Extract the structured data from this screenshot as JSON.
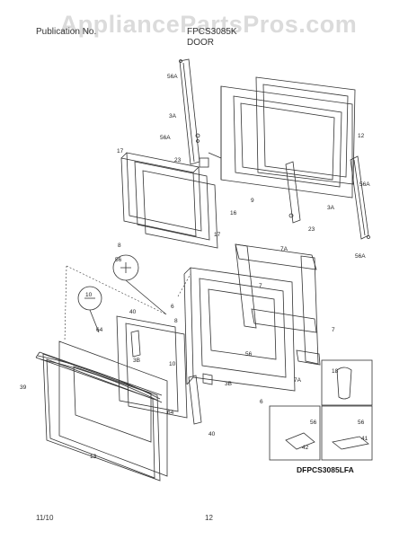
{
  "header": {
    "left_text": "Publication No.",
    "model_text": "FPCS3085K",
    "section": "DOOR",
    "watermark": "AppliancePartsPros.com"
  },
  "callouts": [
    "56A",
    "3A",
    "56A",
    "23",
    "17",
    "16",
    "17",
    "8",
    "9",
    "12",
    "56A",
    "3A",
    "23",
    "56A",
    "7A",
    "7",
    "7",
    "56",
    "10",
    "64",
    "40",
    "6",
    "8",
    "3B",
    "39",
    "10",
    "3B",
    "64",
    "40",
    "13",
    "56",
    "7A",
    "6",
    "18",
    "56",
    "42",
    "56",
    "41"
  ],
  "diagram_code": "DFPCS3085LFA",
  "footer": {
    "date": "11/10",
    "page": "12"
  }
}
